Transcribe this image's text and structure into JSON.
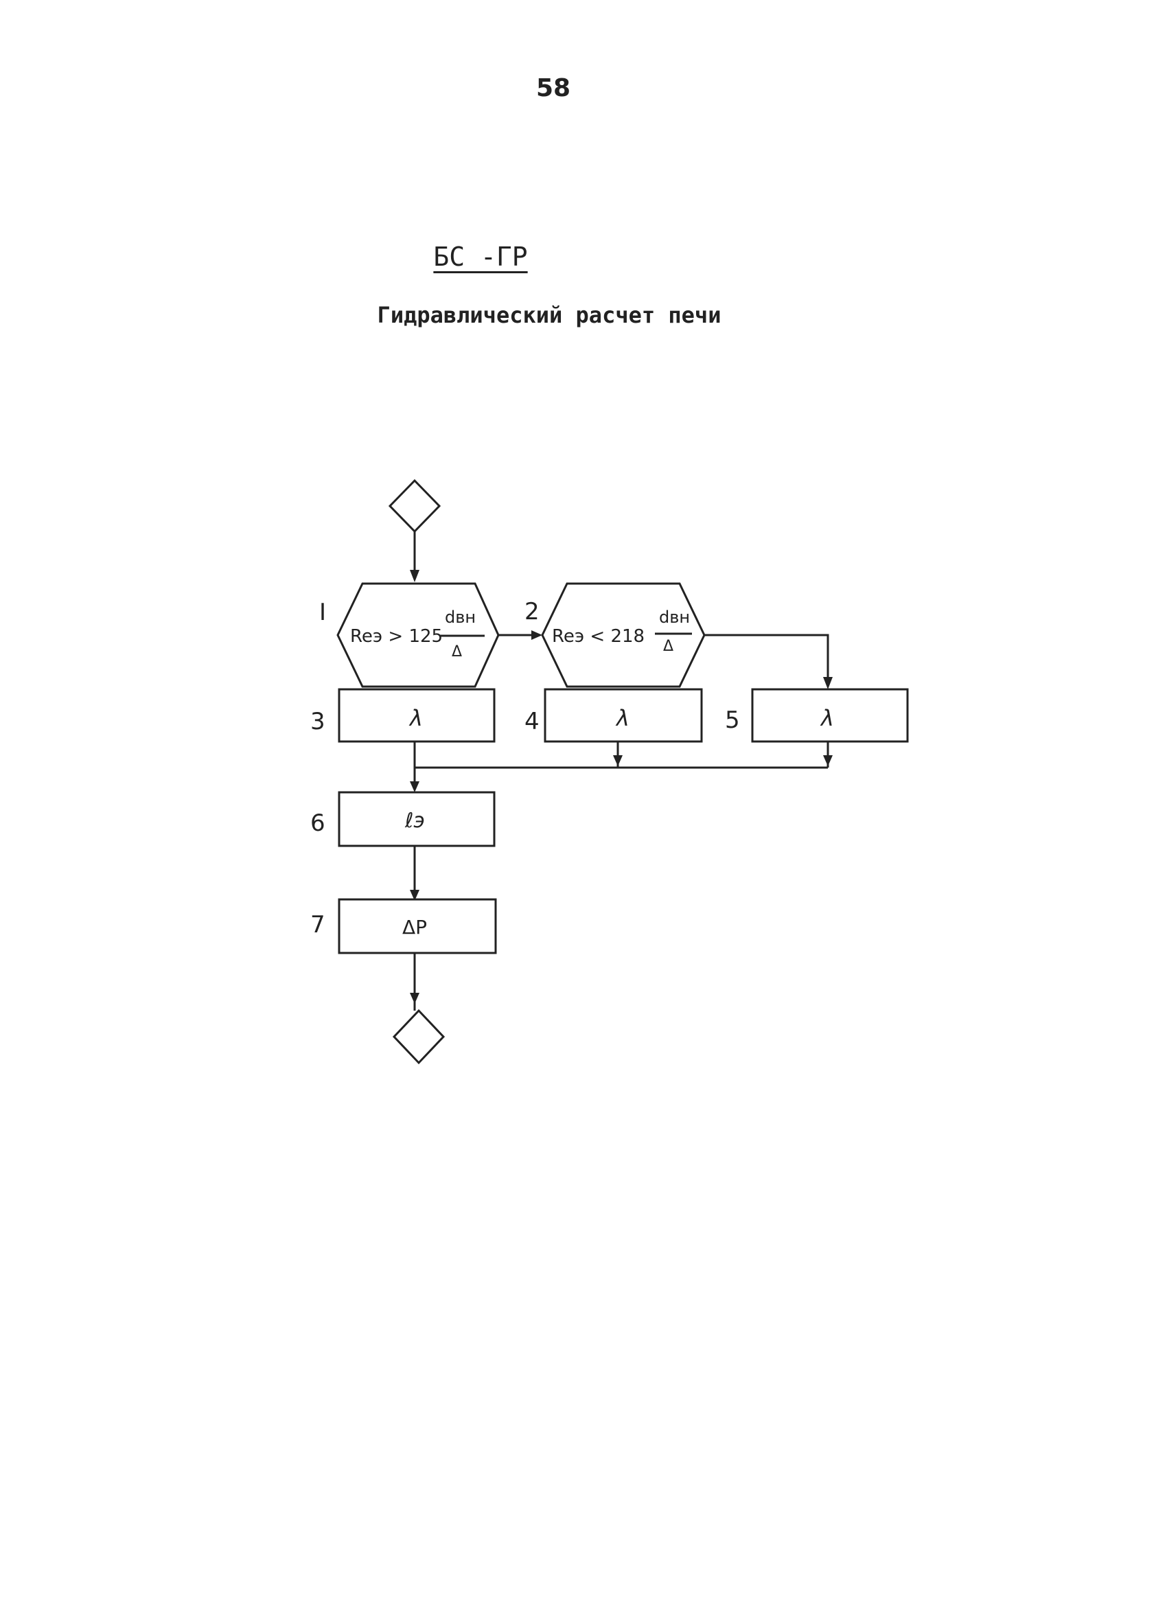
{
  "page": {
    "number": "58"
  },
  "header": {
    "code": "БС -ГР",
    "title": "Гидравлический расчет печи"
  },
  "flowchart": {
    "blocks": [
      {
        "id": "1",
        "label": "I",
        "kind": "condition",
        "text_main": "Reэ > 125",
        "fraction_num": "dвн",
        "fraction_den": "Δ"
      },
      {
        "id": "2",
        "label": "2",
        "kind": "condition",
        "text_main": "Reэ < 218",
        "fraction_num": "dвн",
        "fraction_den": "Δ"
      },
      {
        "id": "3",
        "label": "3",
        "kind": "process",
        "text": "λ"
      },
      {
        "id": "4",
        "label": "4",
        "kind": "process",
        "text": "λ"
      },
      {
        "id": "5",
        "label": "5",
        "kind": "process",
        "text": "λ"
      },
      {
        "id": "6",
        "label": "6",
        "kind": "process",
        "text": "ℓэ"
      },
      {
        "id": "7",
        "label": "7",
        "kind": "process",
        "text": "ΔP"
      }
    ]
  }
}
